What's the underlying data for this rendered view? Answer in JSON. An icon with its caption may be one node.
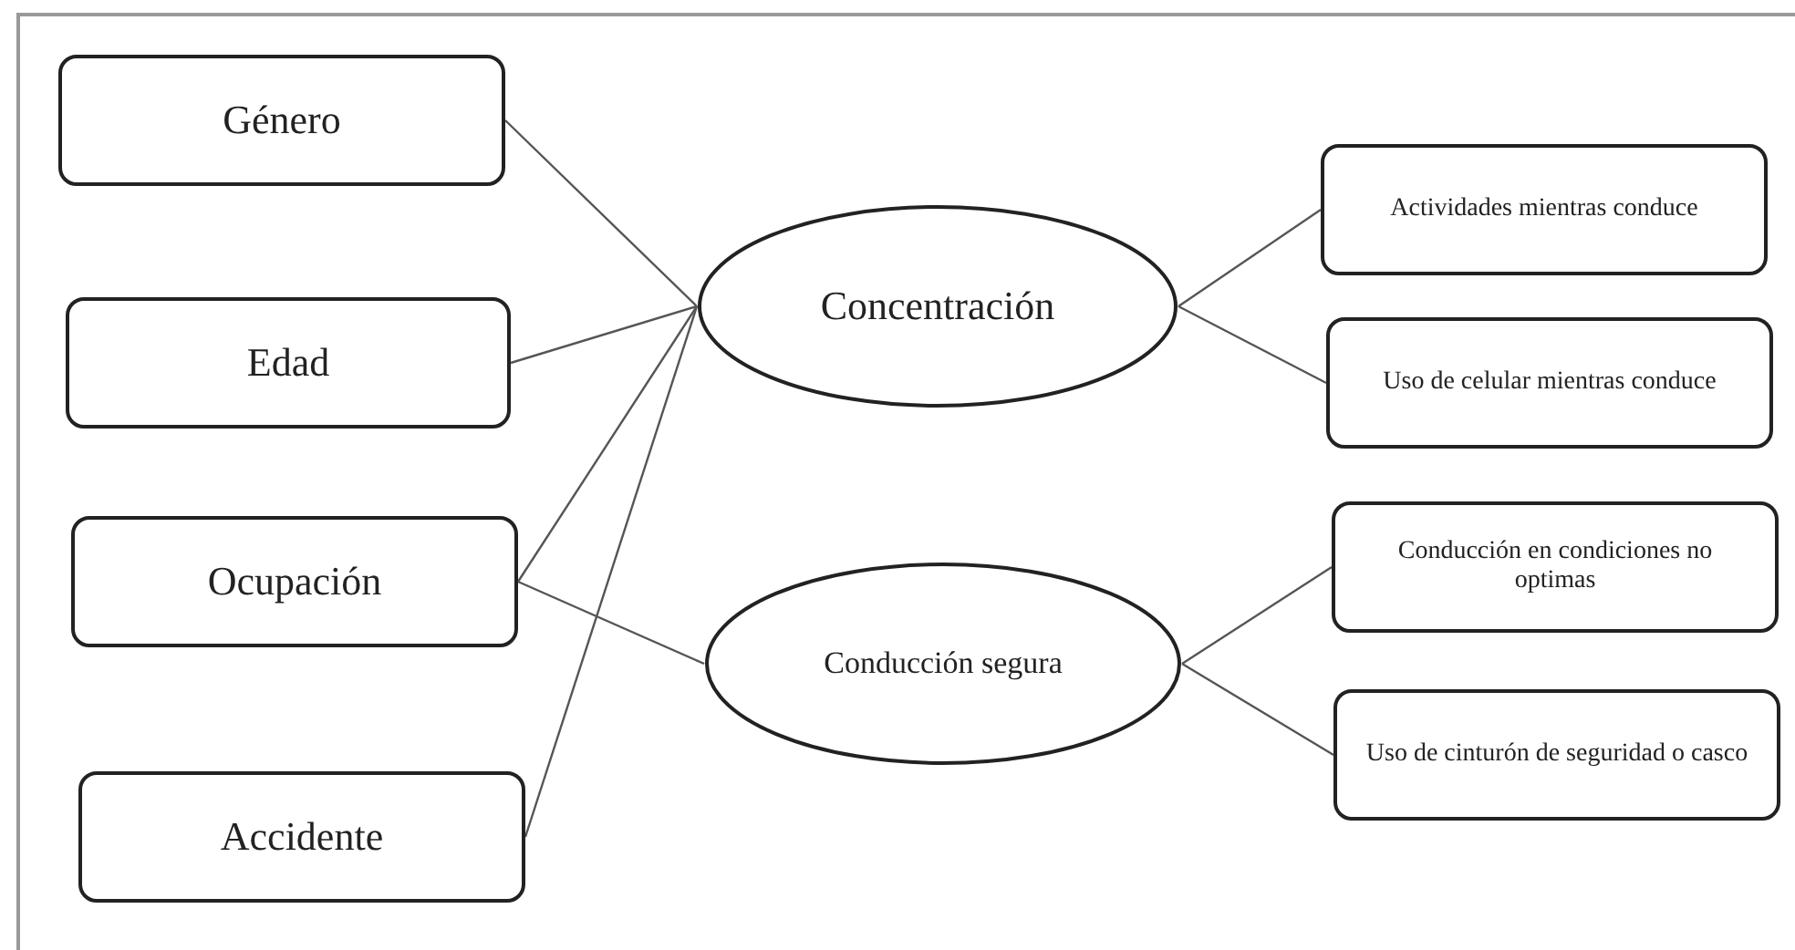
{
  "diagram": {
    "nodes": [
      {
        "text": [
          "Género"
        ]
      },
      {
        "text": [
          "Edad"
        ]
      },
      {
        "text": [
          "Ocupación"
        ]
      },
      {
        "text": [
          "Accidente"
        ]
      },
      {
        "text": [
          "Concentración"
        ]
      },
      {
        "text": [
          "Conducción segura"
        ]
      },
      {
        "text": [
          "Actividades mientras conduce"
        ]
      },
      {
        "text": [
          "Uso de celular mientras conduce"
        ]
      },
      {
        "text": [
          "Conducción en condiciones no optimas"
        ]
      },
      {
        "text": [
          "Uso de cinturón de seguridad o casco"
        ]
      }
    ],
    "edges": [
      {
        "from": 0,
        "to": 4,
        "arrow": "none"
      },
      {
        "from": 1,
        "to": 4,
        "arrow": "none"
      },
      {
        "from": 2,
        "to": 4,
        "arrow": "none"
      },
      {
        "from": 3,
        "to": 4,
        "arrow": "none"
      },
      {
        "from": 2,
        "to": 5,
        "arrow": "none"
      },
      {
        "from": 4,
        "to": 6,
        "arrow": "none"
      },
      {
        "from": 4,
        "to": 7,
        "arrow": "none"
      },
      {
        "from": 5,
        "to": 8,
        "arrow": "none"
      },
      {
        "from": 5,
        "to": 9,
        "arrow": "none"
      }
    ]
  }
}
